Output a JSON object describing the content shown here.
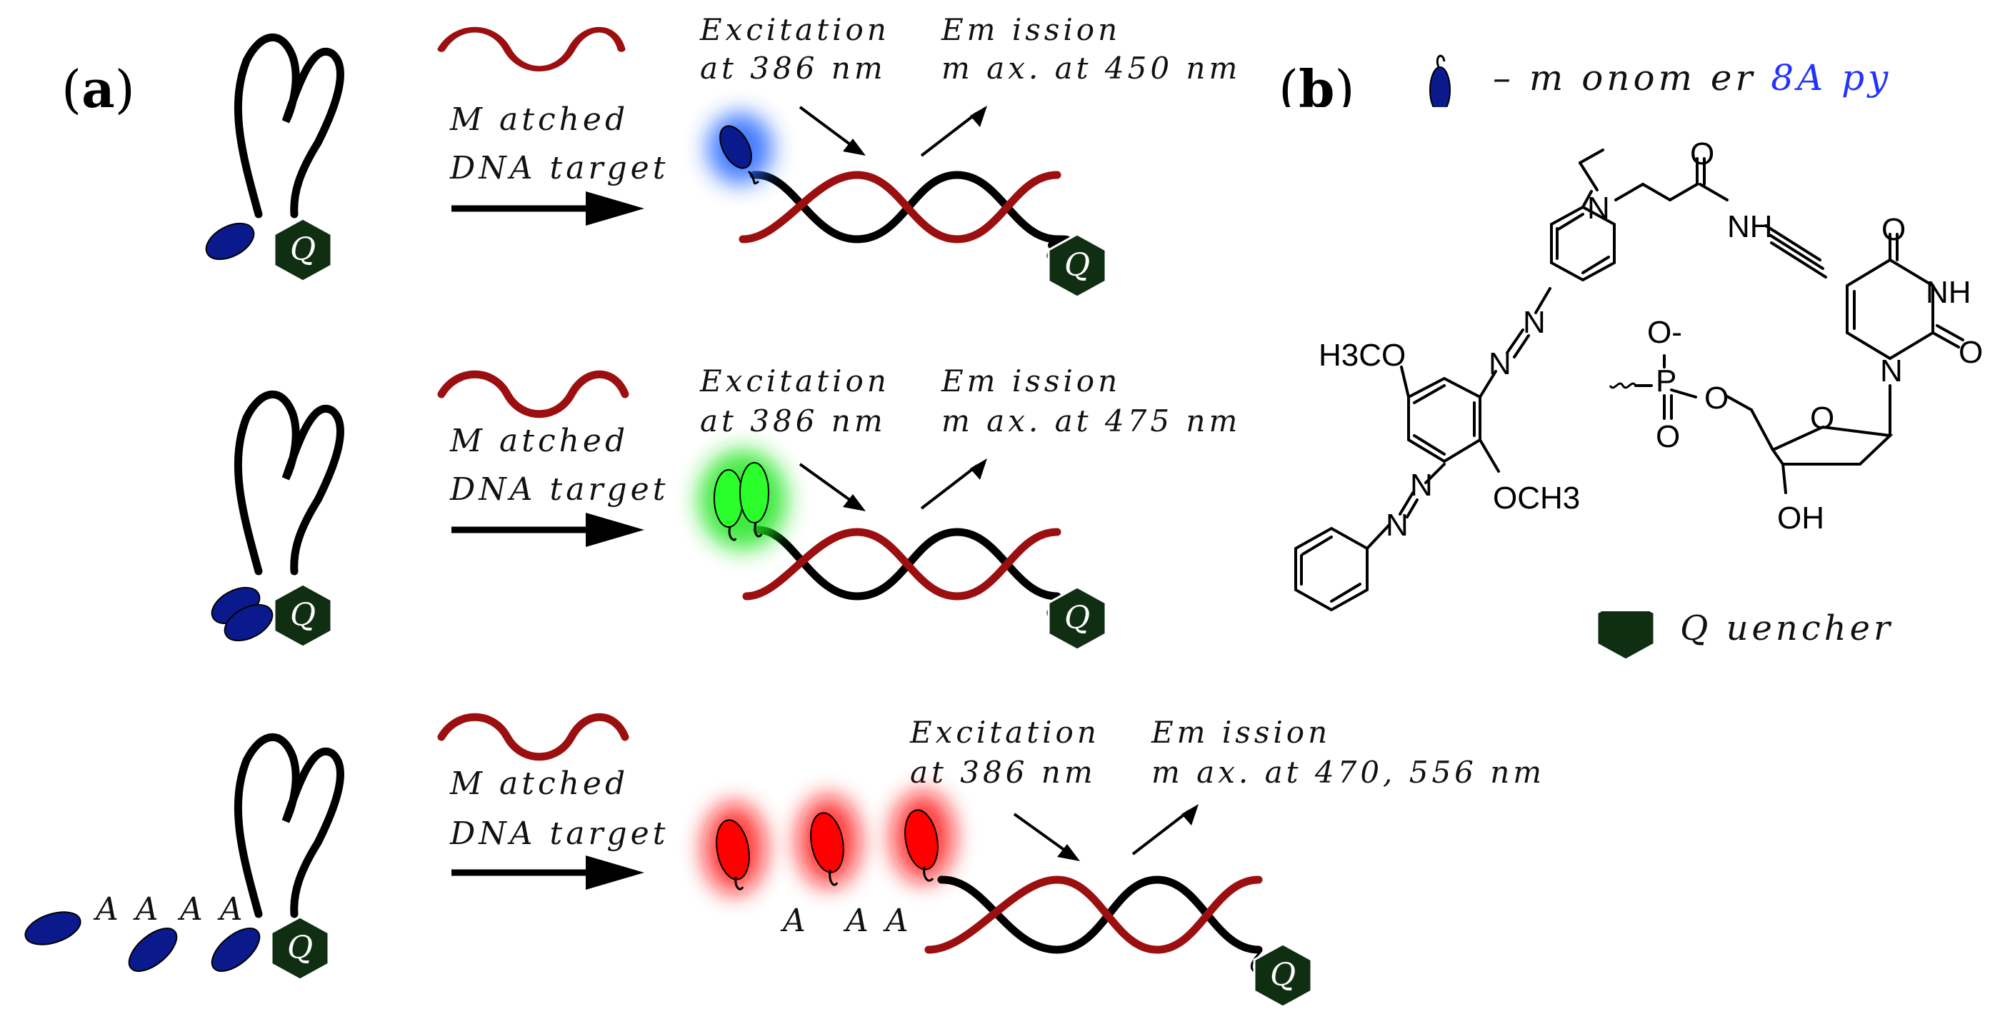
{
  "colors": {
    "target": "#9b0f10",
    "monomer": "#0a1a8c",
    "quencher": "#0f2e12",
    "blue_glow": "#2f6dff",
    "green_glow": "#1ee61e",
    "red_glow": "#ff1010",
    "highlight": "#2233ff"
  },
  "panel_a": {
    "label_open": "(",
    "label_letter": "a",
    "label_close": ")",
    "rows": [
      {
        "target_label_1": "M atched",
        "target_label_2": "DNA target",
        "excitation_1": "Excitation",
        "excitation_2": "at 386 nm",
        "emission_1": "Em ission",
        "emission_2": "m ax. at 450 nm",
        "glow": "blue"
      },
      {
        "target_label_1": "M atched",
        "target_label_2": "DNA target",
        "excitation_1": "Excitation",
        "excitation_2": "at 386 nm",
        "emission_1": "Em ission",
        "emission_2": "m ax. at 475 nm",
        "glow": "green"
      },
      {
        "target_label_1": "M atched",
        "target_label_2": "DNA target",
        "excitation_1": "Excitation",
        "excitation_2": "at 386 nm",
        "emission_1": "Em ission",
        "emission_2": "m ax. at 470, 556 nm",
        "glow": "red",
        "spacer_left_1": "A A",
        "spacer_left_2": "A A",
        "spacer_right_1": "A",
        "spacer_right_2": "A A"
      }
    ],
    "quencher_symbol": "Q"
  },
  "panel_b": {
    "label_open": "(",
    "label_letter": "b",
    "label_close": ")",
    "legend_monomer_prefix": "– m onom er ",
    "legend_monomer_name": "8A py",
    "legend_quencher": "Q uencher",
    "atoms": {
      "n_top": "N",
      "o_amide": "O",
      "nh_amide": "NH",
      "n_azo_a": "N",
      "n_azo_b": "N",
      "n_azo_c": "N",
      "n_azo_d": "N",
      "h3co": "H3CO",
      "och3": "OCH3",
      "o_top": "O",
      "nh_ring": "NH",
      "o_right": "O",
      "n_ring": "N",
      "o_minus": "O-",
      "p": "P",
      "o_p": "O",
      "o_double": "O",
      "o_sugar": "O",
      "oh": "OH"
    }
  }
}
